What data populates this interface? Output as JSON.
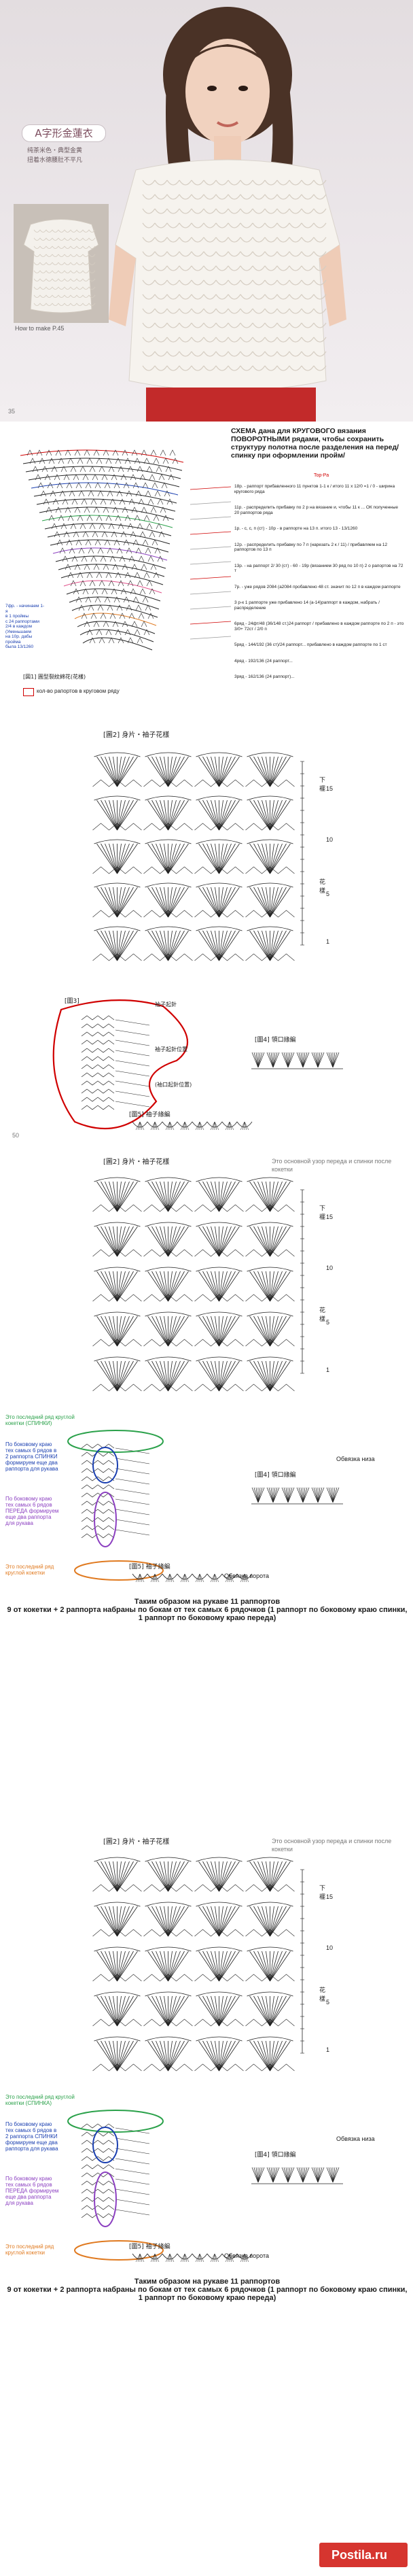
{
  "photo": {
    "title_badge": "A字形金蓮衣",
    "subtitle_line1": "纯茶米色・典型金黄",
    "subtitle_line2": "扭着水德腰肚不平凡",
    "howto_label": "How to make P.45",
    "page_number": "35"
  },
  "diagram1": {
    "heading": "СХЕМА дана для КРУГОВОГО вязания    ПОВОРОТНЫМИ рядами, чтобы сохранить структуру полотна после разделения на перед/спинку при оформлении пройм/",
    "marker_top": "Top-Pa",
    "note_ru_left": "7фр. - начинаем 1-я, в 1 проймы с 24 рапортами 2/4 в каждом(Уменьшаем на 10р, дабы пройма...",
    "stats": [
      "18р. - раппорт прибавленного 11 пунктов 1-1 к / итого 11 х 12/0 =1 / 0 - ширина кругового ряда",
      "11р. - распределить прибавку по 2 р на вязание и, чтобы 11 к ... ОК полученные 20 раппортов ряда",
      "1р. - с, с, п (ст) - 10р - в раппорте на 13 п. итого 13 - 13/1260",
      "12р. - распределить прибавку по 7 п (нарезать 2 к / 11) / прибавляем на 12 раппортов по 13 п",
      "13р. - на раппорт 2/ 30 (ст) - 60 - 19р (вязанием 30 ряд по 10 п) 2 о рапортов на 72 т",
      "7р. - уже рядов 2084 (а2084 пробавлено 48 ст. значит по 12 п в каждом раппорте",
      "3 р-к 1 раппорте уже прибавлено 14 (а-14)раппорт в каждом, набрать / распределение",
      "6ряд - 24фт/48 (36/148 ст.)24 раппорт / прибавлено в каждом раппорте по 2 п - это 3/0+ 72ст / 2/0 п",
      "5ряд - 144/192 (36 ст)/24 раппорт... прибавлено в каждом раппорте по 1 ст",
      "4ряд - 192/136 (24 раппорт...",
      "3ряд - 162/136 (24 раппорт)..."
    ],
    "bottom_note": "[図1] 圓型裂紋綿花(花樣)",
    "legend_text": "кол-во рапортов в круговом ряду",
    "left_blue_note": "7фр. - начинаем 1-я\nв 1 проймы\nс 24 раппортами\n2/4 в каждом (Уменьшаем\nна 10р. дабы пройма\nбыла 13/1260"
  },
  "diagram2": {
    "title": "[圖2] 身片・袖子花樣",
    "dim_label_v1": "下襬",
    "dim_label_v2": "花樣",
    "row_numbers": [
      "15",
      "10",
      "5",
      "1"
    ],
    "sleeve_title": "[圖3]",
    "sleeve_note_top": "袖子起針",
    "sleeve_note_mid": "袖子起針位置",
    "sleeve_note_bottom": "(袖口起針位置)",
    "edge_title": "[圖4] 領口緣編",
    "collar_title": "[圖5] 袖子緣編",
    "page_number": "50"
  },
  "diagram3": {
    "title": "[圖2] 身片・袖子花樣",
    "note_top_right": "Это основной узор переда и спинки после кокетки",
    "dim_label_v1": "下襬",
    "dim_label_v2": "花樣",
    "row_numbers": [
      "15",
      "10",
      "5",
      "1"
    ],
    "left_note_1": "Это последний ряд круглой кокетки (СПИНКИ)",
    "left_note_2": "По боковому краю тех самых 6 рядов в 2 раппорта СПИНКИ формируем еще два раппорта для рукава",
    "left_note_3": "По боковому краю тех самых 6 рядов ПЕРЕДА формируем еще два раппорта для рукава",
    "left_note_4": "Это последний ряд круглой кокетки",
    "right_note_1": "Обвязка низа",
    "right_note_2": "Обвязка ворота",
    "edge_title": "[圖4] 領口緣編",
    "collar_title": "[圖5] 袖子緣編",
    "bottom_caption": "Таким образом на рукаве 11 раппортов\n9 от кокетки + 2 раппорта набраны по бокам от тех самых 6 рядочков (1 раппорт по боковому краю спинки, 1 раппорт по боковому краю переда)"
  },
  "diagram4": {
    "title": "[圖2] 身片・袖子花樣",
    "note_top_right": "Это основной узор переда и спинки после кокетки",
    "dim_label_v1": "下襬",
    "dim_label_v2": "花樣",
    "row_numbers": [
      "15",
      "10",
      "5",
      "1"
    ],
    "left_note_1": "Это последний ряд круглой кокетки (СПИНКА)",
    "left_note_2": "По боковому краю тех самых 6 рядов в 2 раппорта СПИНКИ формируем еще два раппорта для рукава",
    "left_note_3": "По боковому краю тех самых 6 рядов ПЕРЕДА формируем еще два раппорта для рукава",
    "left_note_4": "Это последний ряд круглой кокетки",
    "right_note_1": "Обвязка низа",
    "right_note_2": "Обвязка ворота",
    "edge_title": "[圖4] 領口緣編",
    "collar_title": "[圖5] 袖子緣編",
    "bottom_caption": "Таким образом на рукаве 11 раппортов\n9 от кокетки + 2 раппорта набраны по бокам от тех самых 6 рядочков (1 раппорт по боковому краю спинки, 1 раппорт по боковому краю переда)"
  },
  "watermark": {
    "text": "Postila.ru"
  },
  "colors": {
    "red": "#d00000",
    "blue": "#1a3fb0",
    "green": "#2aa14a",
    "purple": "#8b3fc0",
    "pink": "#e0508a",
    "orange": "#e07a20",
    "ink": "#222222"
  }
}
